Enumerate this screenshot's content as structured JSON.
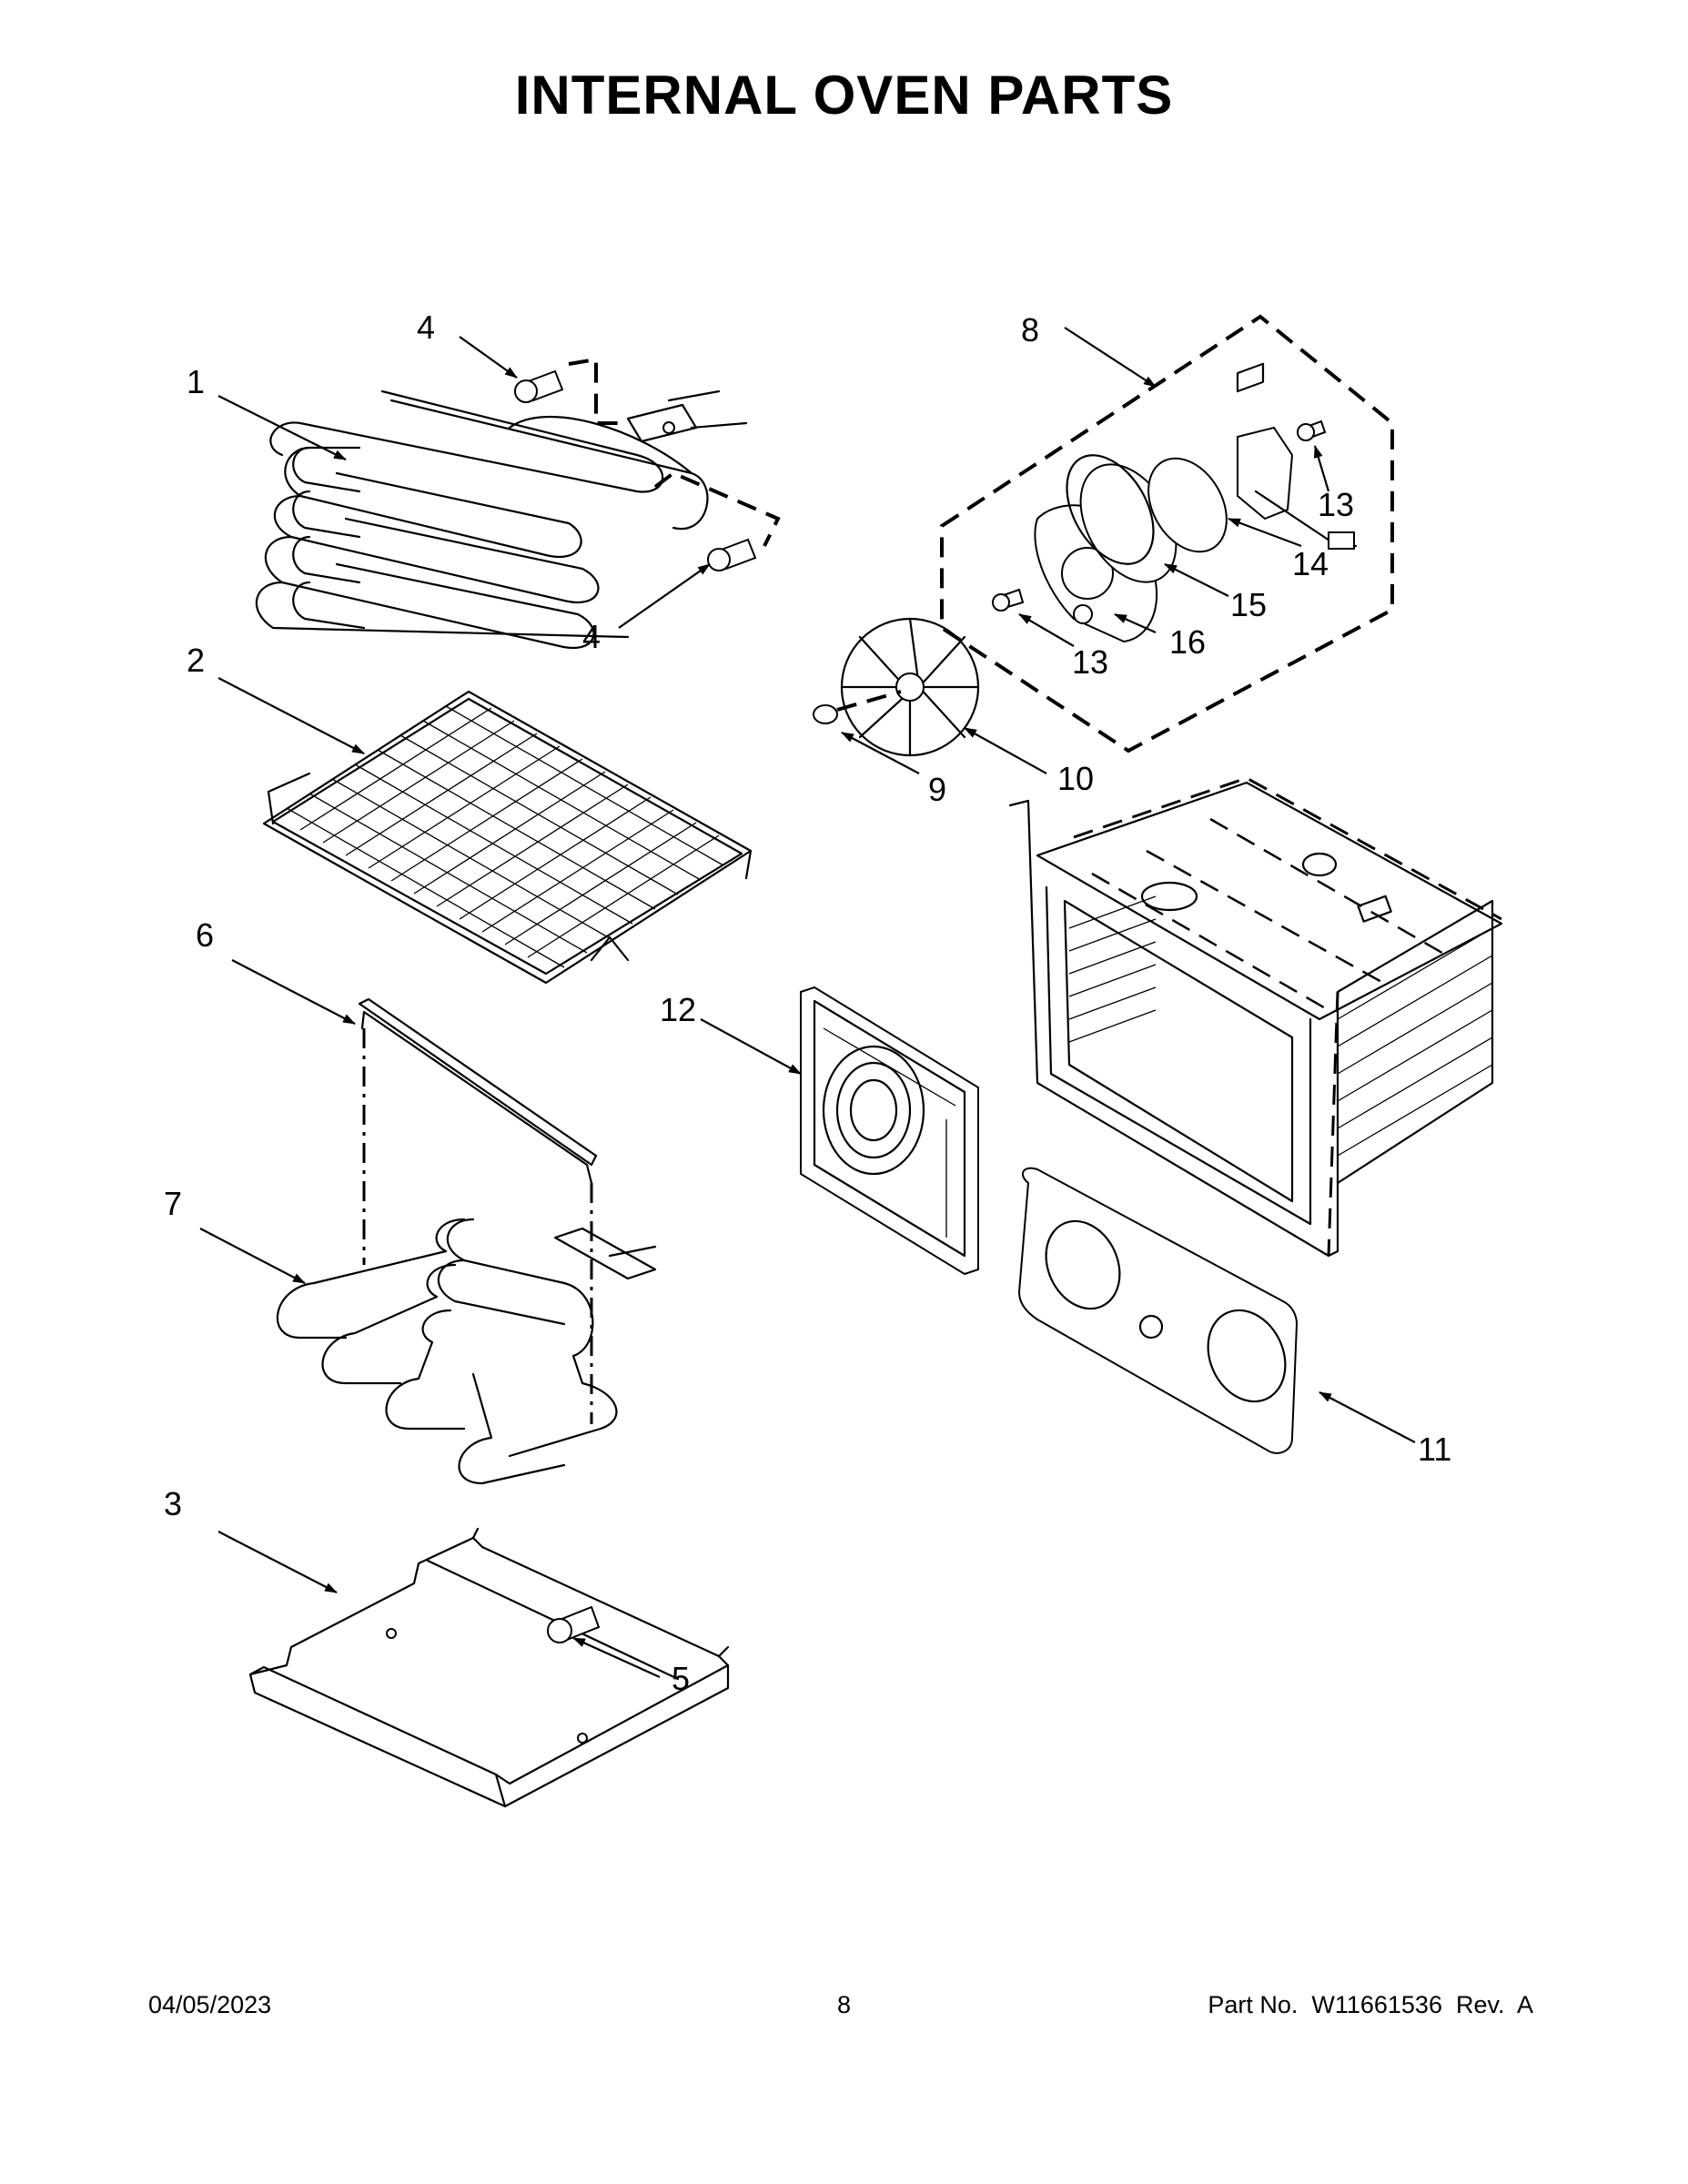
{
  "title": "INTERNAL OVEN PARTS",
  "callouts": [
    "1",
    "2",
    "3",
    "4",
    "4",
    "5",
    "6",
    "7",
    "8",
    "9",
    "10",
    "11",
    "12",
    "13",
    "13",
    "14",
    "15",
    "16"
  ],
  "footer": {
    "date": "04/05/2023",
    "page": "8",
    "part": "Part No.  W11661536  Rev.  A"
  }
}
